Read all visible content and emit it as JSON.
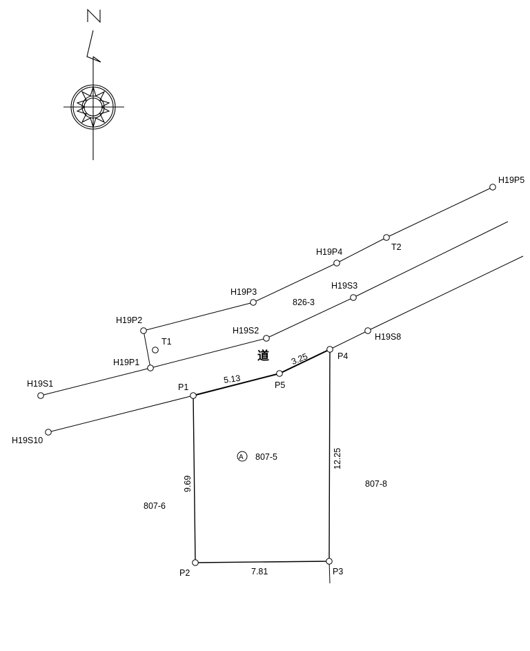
{
  "compass": {
    "north_label": "N",
    "icon": "north-arrow-compass-rose"
  },
  "road_label": "道",
  "points": {
    "H19P1": "H19P1",
    "H19P2": "H19P2",
    "H19P3": "H19P3",
    "H19P4": "H19P4",
    "H19P5": "H19P5",
    "H19S1": "H19S1",
    "H19S2": "H19S2",
    "H19S3": "H19S3",
    "H19S8": "H19S8",
    "H19S10": "H19S10",
    "T1": "T1",
    "T2": "T2",
    "P1": "P1",
    "P2": "P2",
    "P3": "P3",
    "P4": "P4",
    "P5": "P5"
  },
  "dimensions": {
    "p1_p5": "5.13",
    "p5_p4": "3.25",
    "p1_p2": "9.69",
    "p4_p3": "12.25",
    "p2_p3": "7.81"
  },
  "parcels": {
    "subject_marker": "A",
    "subject": "807-5",
    "west": "807-6",
    "east": "807-8",
    "road": "826-3"
  },
  "colors": {
    "line": "#000000",
    "background": "#ffffff"
  }
}
